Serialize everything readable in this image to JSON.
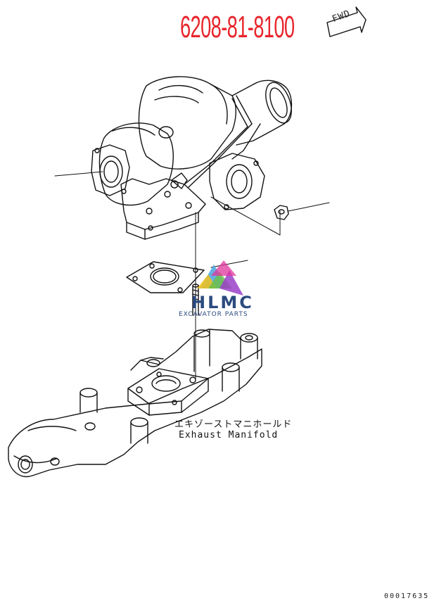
{
  "title": {
    "part_number": "6208-81-8100",
    "forward_indicator": "FWD"
  },
  "labels": {
    "manifold_jp": "エキゾーストマニホールド",
    "manifold_en": "Exhaust Manifold"
  },
  "watermark": {
    "brand": "HLMC",
    "tagline": "EXCAVATOR PARTS"
  },
  "footer": {
    "drawing_code": "00017635"
  },
  "colors": {
    "part_number": "#e8262c",
    "line": "#111111",
    "watermark_text": "#2b4a7f"
  }
}
